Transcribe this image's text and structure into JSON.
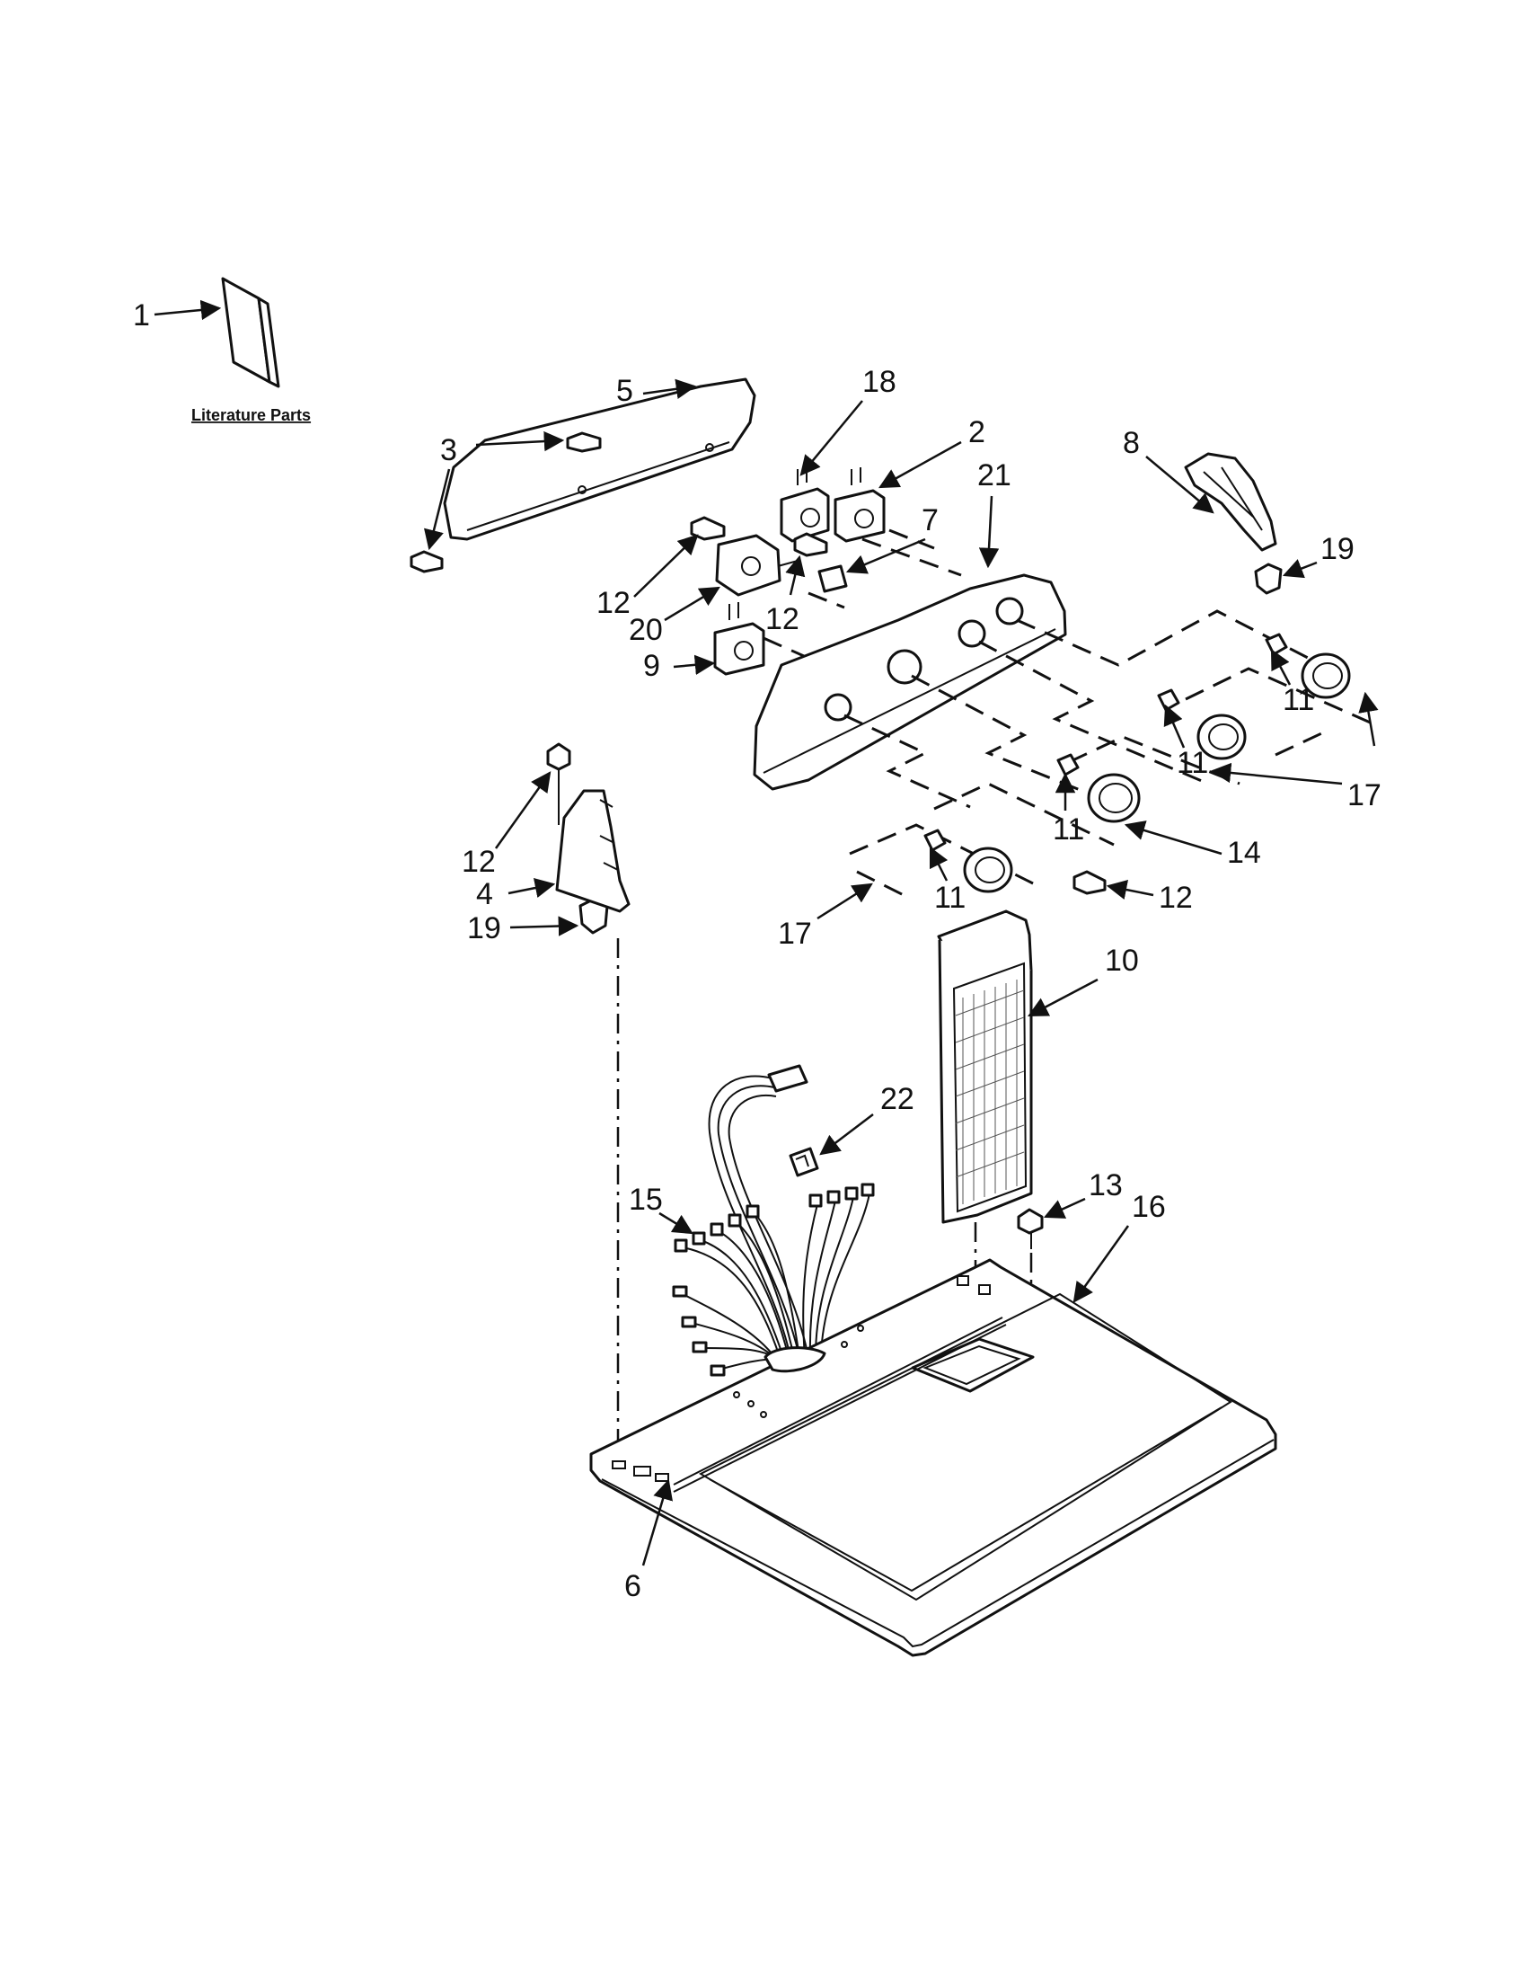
{
  "literature_caption": "Literature Parts",
  "callouts": {
    "c1": "1",
    "c2": "2",
    "c3": "3",
    "c4": "4",
    "c5": "5",
    "c6": "6",
    "c7": "7",
    "c8": "8",
    "c9": "9",
    "c10": "10",
    "c11a": "11",
    "c11b": "11",
    "c11c": "11",
    "c11d": "11",
    "c12a": "12",
    "c12b": "12",
    "c12c": "12",
    "c12d": "12",
    "c13": "13",
    "c14": "14",
    "c15": "15",
    "c16": "16",
    "c17a": "17",
    "c17b": "17",
    "c18": "18",
    "c19a": "19",
    "c19b": "19",
    "c20": "20",
    "c21": "21",
    "c22": "22"
  }
}
